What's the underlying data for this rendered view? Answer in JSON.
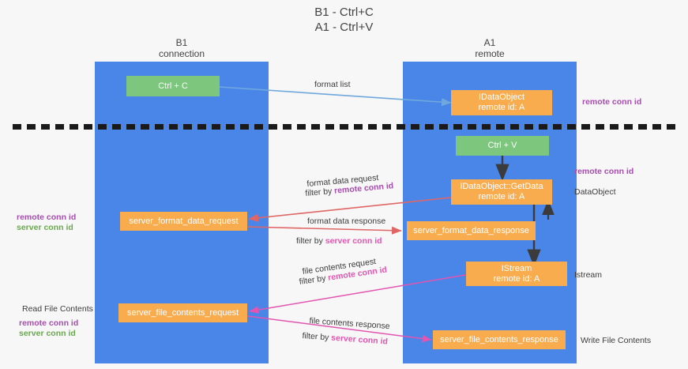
{
  "title": {
    "line1": "B1 - Ctrl+C",
    "line2": "A1 - Ctrl+V"
  },
  "colors": {
    "band": "#4a86e8",
    "orange_node": "#f9ac4e",
    "green_node": "#7dc67d",
    "purple_text": "#a64dae",
    "green_text": "#6aa84f",
    "pink_text": "#e255b0",
    "red_arrow": "#e06666",
    "blue_arrow": "#6fa8dc",
    "magenta_arrow": "#e255b0",
    "dark_arrow": "#3b3b3b",
    "divider": "#1a1a1a",
    "background": "#f7f7f7"
  },
  "columns": [
    {
      "id": "b1",
      "title": "B1",
      "subtitle": "connection"
    },
    {
      "id": "a1",
      "title": "A1",
      "subtitle": "remote"
    }
  ],
  "nodes": [
    {
      "id": "ctrl-c",
      "label": "Ctrl + C",
      "sublabel": "",
      "style": "green"
    },
    {
      "id": "idataobject",
      "label": "IDataObject",
      "sublabel": "remote id: A",
      "style": "orange"
    },
    {
      "id": "ctrl-v",
      "label": "Ctrl + V",
      "sublabel": "",
      "style": "green"
    },
    {
      "id": "idataobject-getdata",
      "label": "IDataObject::GetData",
      "sublabel": "remote id: A",
      "style": "orange"
    },
    {
      "id": "server-format-data-request",
      "label": "server_format_data_request",
      "sublabel": "",
      "style": "orange"
    },
    {
      "id": "server-format-data-response",
      "label": "server_format_data_response",
      "sublabel": "",
      "style": "orange"
    },
    {
      "id": "istream",
      "label": "IStream",
      "sublabel": "remote id: A",
      "style": "orange"
    },
    {
      "id": "server-file-contents-request",
      "label": "server_file_contents_request",
      "sublabel": "",
      "style": "orange"
    },
    {
      "id": "server-file-contents-response",
      "label": "server_file_contents_response",
      "sublabel": "",
      "style": "orange"
    }
  ],
  "edge_labels": {
    "format_list": "format list",
    "format_data_request": "format data request",
    "format_data_request_filter_prefix": "filter by ",
    "format_data_request_filter_value": "remote conn id",
    "format_data_response": "format data response",
    "format_data_response_filter_prefix": "filter by ",
    "format_data_response_filter_value": "server conn id",
    "file_contents_request": "file contents request",
    "file_contents_request_filter_prefix": "filter by ",
    "file_contents_request_filter_value": "remote conn id",
    "file_contents_response": "file contents response",
    "file_contents_response_filter_prefix": "filter by ",
    "file_contents_response_filter_value": "server conn id"
  },
  "annotations": {
    "right_remote_conn_id_top": "remote conn id",
    "right_remote_conn_id_mid": "remote conn id",
    "right_dataobject": "DataObject",
    "right_istream": "Istream",
    "right_write_file_contents": "Write File Contents",
    "left_remote_conn_id": "remote conn id",
    "left_server_conn_id": "server conn id",
    "left_read_file_contents": "Read File Contents",
    "left_remote_conn_id_2": "remote conn id",
    "left_server_conn_id_2": "server conn id"
  }
}
